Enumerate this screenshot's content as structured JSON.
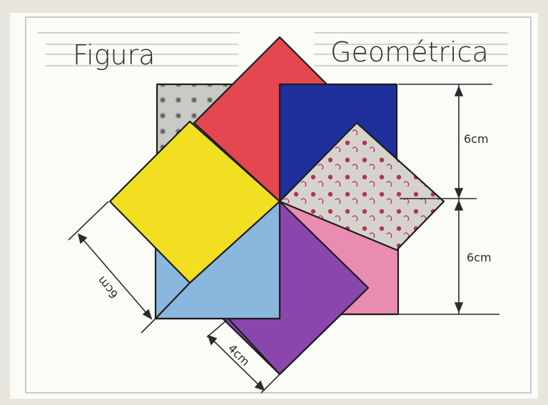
{
  "title": {
    "left": "Figura",
    "right": "Geométrica"
  },
  "dimensions": {
    "upper_right": "6cm",
    "lower_right": "6cm",
    "diagonal_left": "6cm",
    "bottom_edge": "4cm"
  },
  "colors": {
    "paper": "#fbfbf8",
    "red": "#e4474f",
    "blue": "#1f2f9c",
    "yellow": "#f2df22",
    "light_blue": "#89b7de",
    "purple": "#8b46ad",
    "pink": "#e98cb1",
    "gray_pattern": "#c9c9c6",
    "ink": "#1d1d1d"
  }
}
